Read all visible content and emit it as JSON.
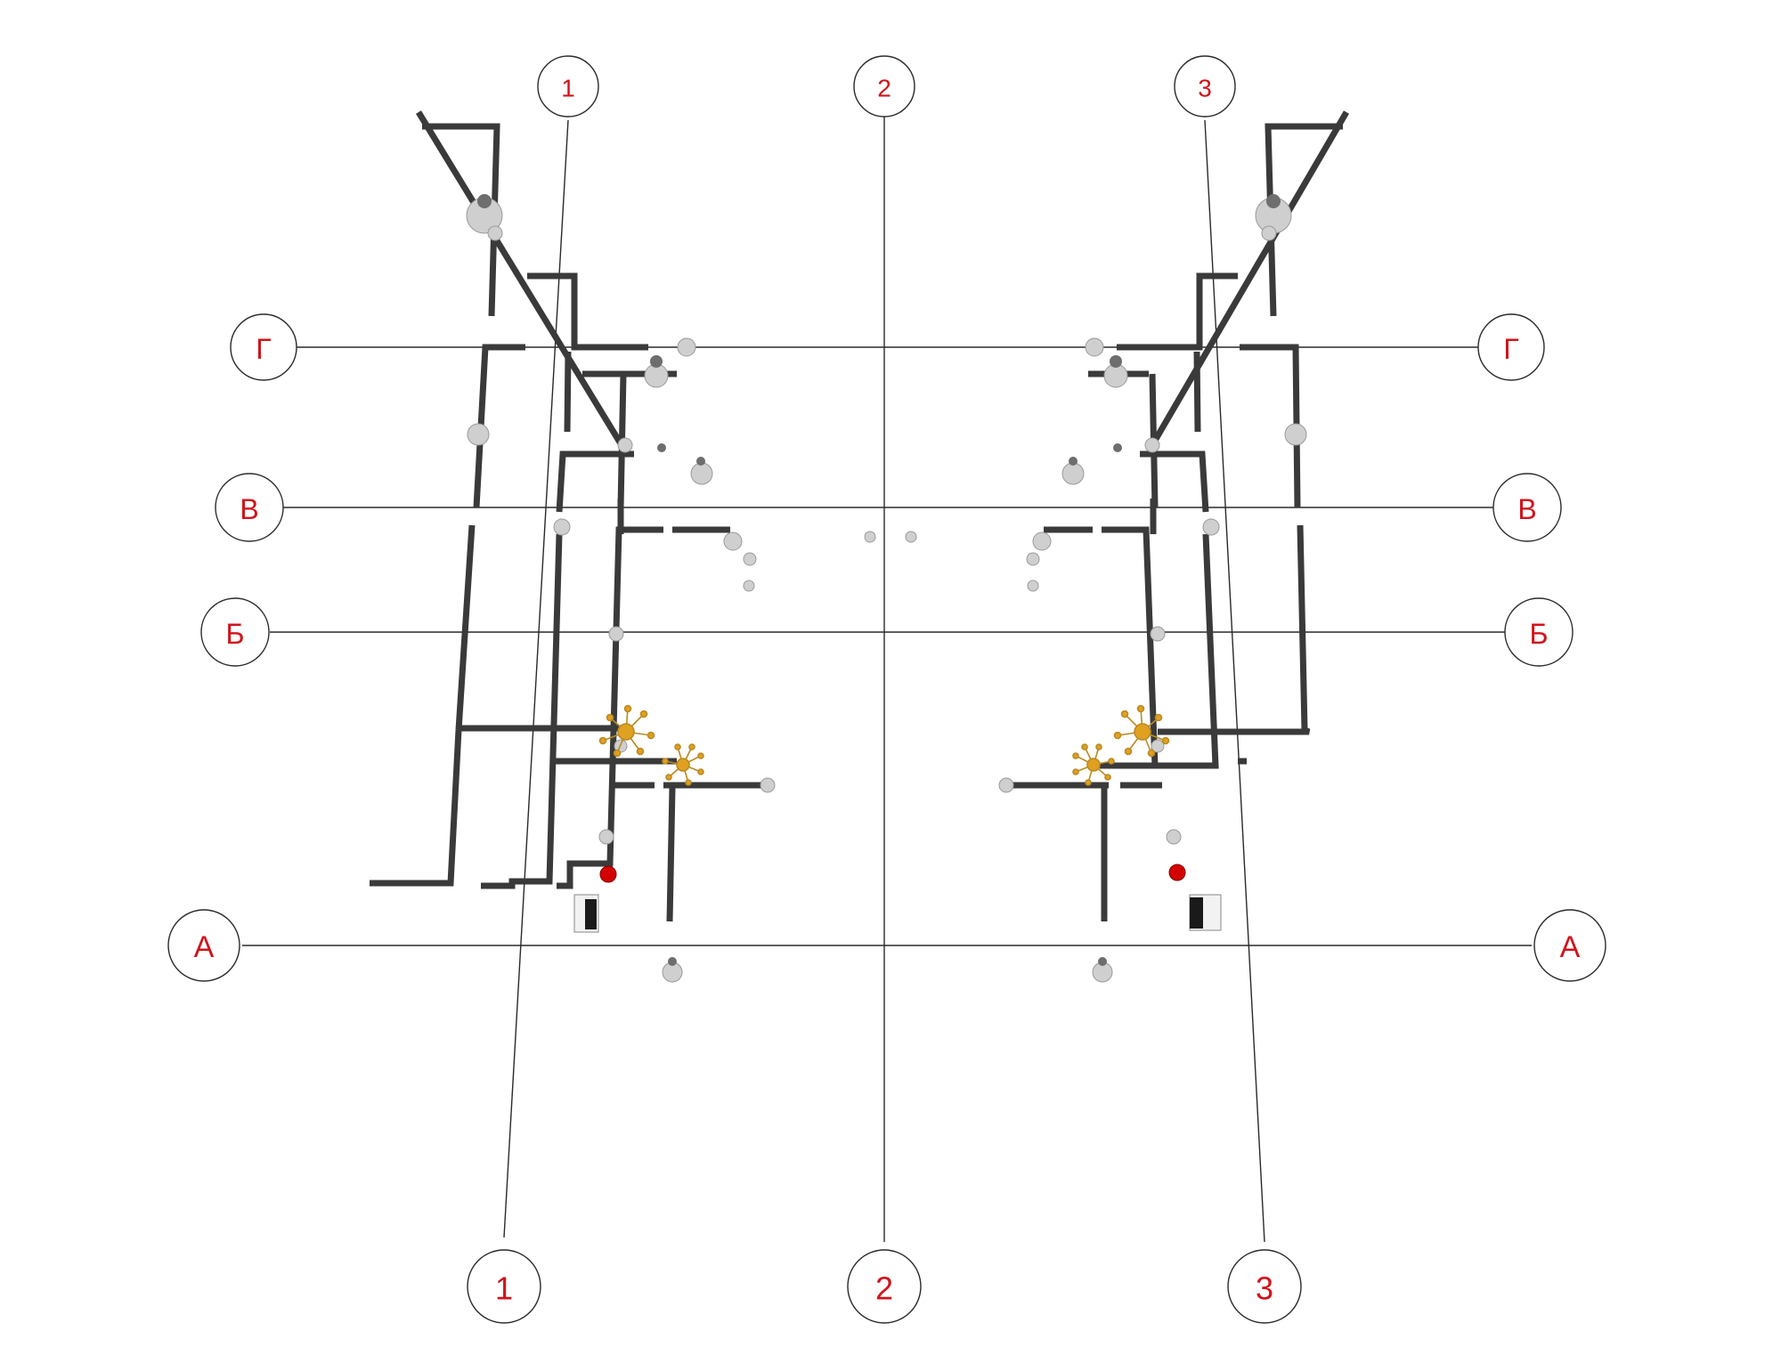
{
  "colors": {
    "label": "#d0141b",
    "line": "#2a2a2a",
    "rail": "#3a3a3a",
    "fixture": "#cfcfcf",
    "chandelier": "#e0a020",
    "alarm": "#d40000",
    "panel": "#1a1a1a"
  },
  "axes": {
    "vertical": [
      {
        "id": "v1",
        "label": "1"
      },
      {
        "id": "v2",
        "label": "2"
      },
      {
        "id": "v3",
        "label": "3"
      }
    ],
    "horizontal": [
      {
        "id": "hG",
        "label": "Г"
      },
      {
        "id": "hV",
        "label": "В"
      },
      {
        "id": "hB",
        "label": "Б"
      },
      {
        "id": "hA",
        "label": "А"
      }
    ]
  },
  "elements": {
    "rails": "track-light-rails",
    "spotlights": "spotlight-fixtures",
    "chandeliers": "chandelier-icon",
    "alarm_lights": "red-alarm-light",
    "control_panels": "control-panel"
  }
}
